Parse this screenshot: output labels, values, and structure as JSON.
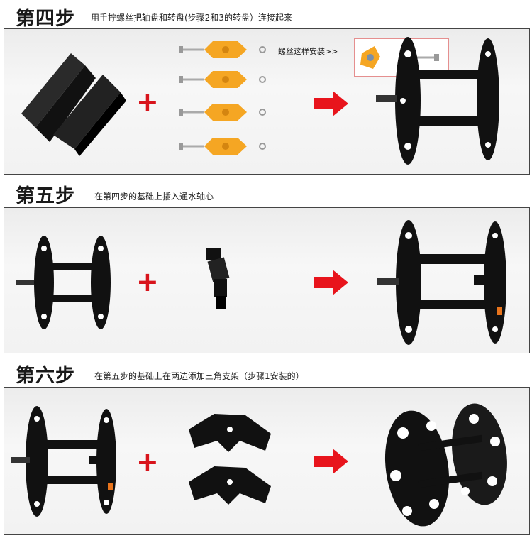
{
  "step4": {
    "title": "第四步",
    "subtitle": "用手拧螺丝把轴盘和转盘(步骤2和3的转盘）连接起来",
    "note": "螺丝这样安装>>"
  },
  "step5": {
    "title": "第五步",
    "subtitle": "在第四步的基础上插入通水轴心"
  },
  "step6": {
    "title": "第六步",
    "subtitle": "在第五步的基础上在两边添加三角支架（步骤1安装的）"
  },
  "plus_sign": "+",
  "colors": {
    "arrow": "#e8141c",
    "plus": "#d8141c",
    "knob": "#f5a623",
    "reel": "#111111",
    "panel_border": "#444444"
  }
}
